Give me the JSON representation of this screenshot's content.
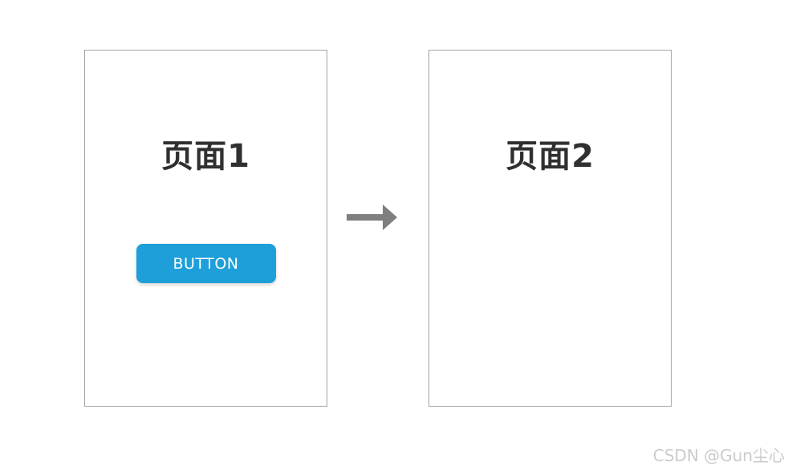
{
  "diagram": {
    "page1": {
      "title": "页面1",
      "button_label": "BUTTON"
    },
    "page2": {
      "title": "页面2"
    },
    "arrow_icon": "right-arrow"
  },
  "watermark": {
    "text": "CSDN @Gun尘心"
  },
  "colors": {
    "background": "#FFFFFF",
    "box_border": "#A3A3A3",
    "title_text": "#303030",
    "button_bg": "#1E9FD9",
    "button_text": "#FFFFFF",
    "arrow": "#7F7F7F",
    "watermark_text": "#CBCBCB"
  }
}
